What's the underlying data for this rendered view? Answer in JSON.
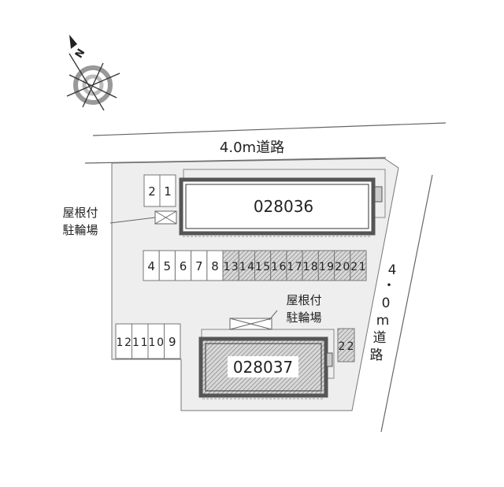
{
  "compass": {
    "north_label": "N",
    "icon": "compass-rose-icon"
  },
  "roads": {
    "top_label": "4.0m道路",
    "right_label_chars": [
      "4",
      "・",
      "0",
      "m",
      "道",
      "路"
    ]
  },
  "buildings": [
    {
      "id": "028036",
      "hatched": false
    },
    {
      "id": "028037",
      "hatched": true
    }
  ],
  "bike_parking": [
    {
      "line1": "屋根付",
      "line2": "駐輪場"
    },
    {
      "line1": "屋根付",
      "line2": "駐輪場"
    }
  ],
  "parking_top_left": [
    "2",
    "1"
  ],
  "parking_row": [
    {
      "n": "4",
      "hatched": false
    },
    {
      "n": "5",
      "hatched": false
    },
    {
      "n": "6",
      "hatched": false
    },
    {
      "n": "7",
      "hatched": false
    },
    {
      "n": "8",
      "hatched": false
    },
    {
      "n": "13",
      "hatched": true
    },
    {
      "n": "14",
      "hatched": true
    },
    {
      "n": "15",
      "hatched": true
    },
    {
      "n": "16",
      "hatched": true
    },
    {
      "n": "17",
      "hatched": true
    },
    {
      "n": "18",
      "hatched": true
    },
    {
      "n": "19",
      "hatched": true
    },
    {
      "n": "20",
      "hatched": true
    },
    {
      "n": "21",
      "hatched": true
    }
  ],
  "parking_bottom_left": [
    "12",
    "11",
    "10",
    "9"
  ],
  "parking_single": {
    "n": "22",
    "hatched": true
  },
  "colors": {
    "lot": "#eeeeee",
    "building_border": "#555555",
    "hatch": "#888888",
    "line": "#666666"
  }
}
